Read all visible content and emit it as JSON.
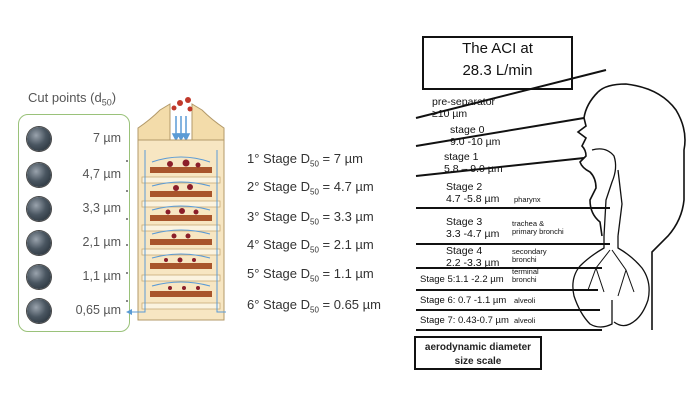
{
  "cut_points": {
    "title": "Cut points (d",
    "title_sub": "50",
    "title_close": ")",
    "values": [
      "7 µm",
      "4,7 µm",
      "3,3 µm",
      "2,1 µm",
      "1,1 µm",
      "0,65 µm"
    ]
  },
  "stages": [
    {
      "prefix": "1° Stage D",
      "sub": "50",
      "value": " = 7 µm"
    },
    {
      "prefix": "2° Stage D",
      "sub": "50",
      "value": " = 4.7 µm"
    },
    {
      "prefix": "3° Stage D",
      "sub": "50",
      "value": " = 3.3 µm"
    },
    {
      "prefix": "4° Stage D",
      "sub": "50",
      "value": " = 2.1 µm"
    },
    {
      "prefix": "5° Stage D",
      "sub": "50",
      "value": " = 1.1 µm"
    },
    {
      "prefix": "6° Stage D",
      "sub": "50",
      "value": " = 0.65 µm"
    }
  ],
  "aci": {
    "title_line1": "The ACI at",
    "title_line2": "28.3 L/min",
    "levels": [
      {
        "line1": "pre-separator",
        "line2": "≥10 µm"
      },
      {
        "line1": "stage 0",
        "line2": "9.0 -10 µm"
      },
      {
        "line1": "stage 1",
        "line2": "5.8 – 9.0 µm"
      },
      {
        "line1": "Stage 2",
        "line2": "4.7 -5.8 µm"
      },
      {
        "line1": "Stage 3",
        "line2": "3.3 -4.7 µm"
      },
      {
        "line1": "Stage 4",
        "line2": "2.2 -3.3 µm"
      },
      {
        "line1": "Stage 5:1.1 -2.2 µm",
        "line2": ""
      },
      {
        "line1": "Stage 6: 0.7 -1.1 µm",
        "line2": ""
      },
      {
        "line1": "Stage 7: 0.43-0.7 µm",
        "line2": ""
      }
    ],
    "anatomy": {
      "pharynx": "pharynx",
      "trachea_1": "trachea &",
      "trachea_2": "primary bronchi",
      "secondary_1": "secondary",
      "secondary_2": "bronchi",
      "terminal_1": "terminal",
      "terminal_2": "bronchi",
      "alveoli_1": "alveoli",
      "alveoli_2": "alveoli"
    },
    "scale_line1": "aerodynamic diameter",
    "scale_line2": "size scale"
  },
  "colors": {
    "panel_border": "#9ac27a",
    "impactor_body": "#f3dcaa",
    "impactor_plate": "#a8552c",
    "flow_arrow": "#5b9bd5",
    "particle": "#c0392b"
  }
}
